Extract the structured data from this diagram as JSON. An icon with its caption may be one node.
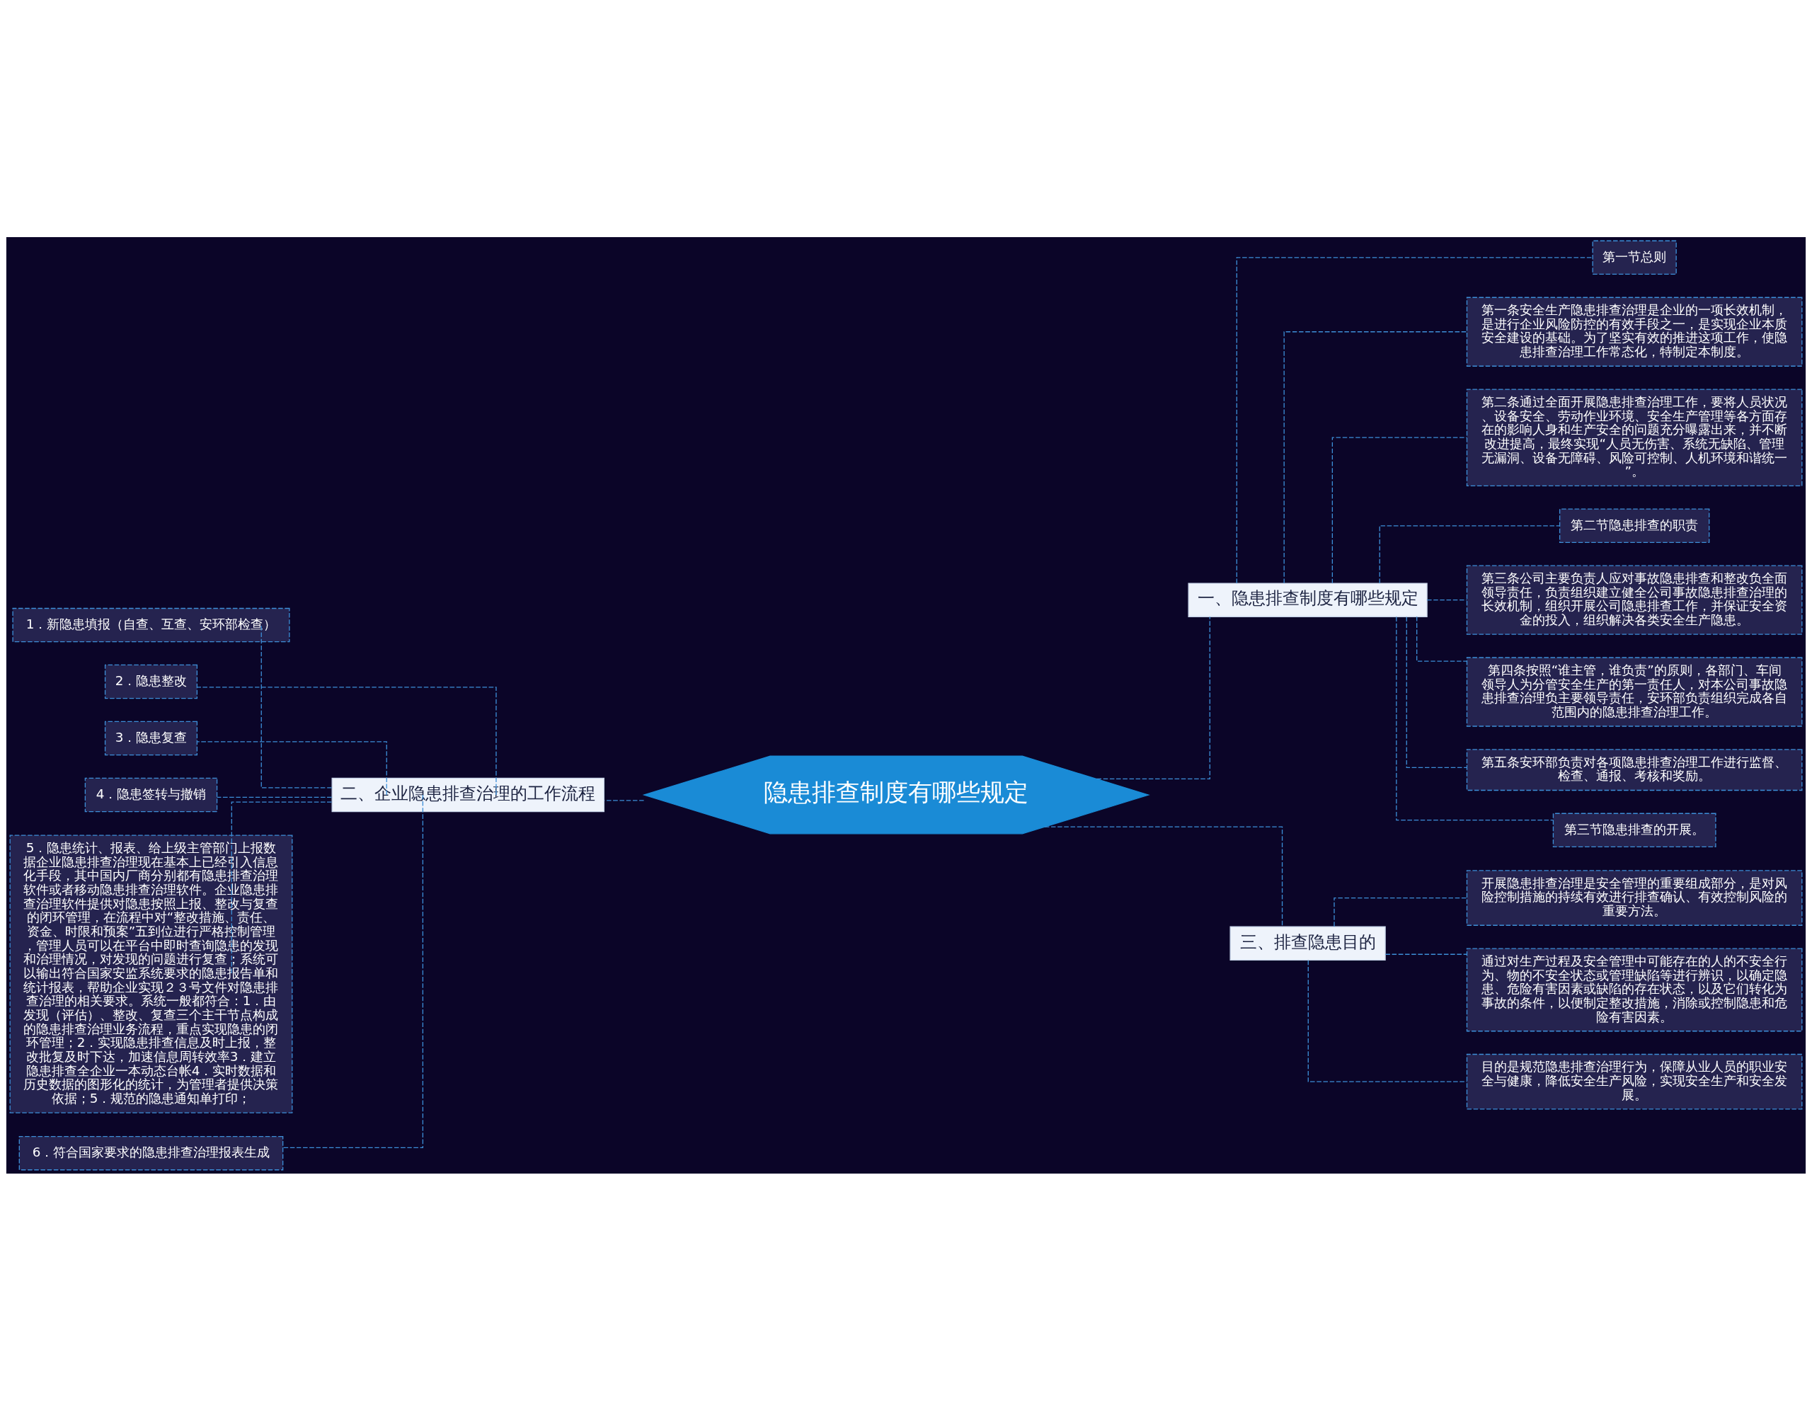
{
  "diagram": {
    "nodes": [
      {
        "text": [
          "隐患排查制度有哪些规定"
        ]
      },
      {
        "text": [
          "一、隐患排查制度有哪些规定"
        ]
      },
      {
        "text": [
          "第一节总则"
        ]
      },
      {
        "text": [
          "第一条安全生产隐患排查治理是企业的一项长效机制，是进行企业风险防控的有效手段之一，是实现企业本质安全建设的基础。为了坚实有效的推进这项工作，使隐患排查治理工作常态化，特制定本制度。"
        ]
      },
      {
        "text": [
          "第二条通过全面开展隐患排查治理工作，要将人员状况、设备安全、劳动作业环境、安全生产管理等各方面存在的影响人身和生产安全的问题充分曝露出来，并不断改进提高，最终实现“人员无伤害、系统无缺陷、管理无漏洞、设备无障碍、风险可控制、人机环境和谐统一”。"
        ]
      },
      {
        "text": [
          "第二节隐患排查的职责"
        ]
      },
      {
        "text": [
          "第三条公司主要负责人应对事故隐患排查和整改负全面领导责任，负责组织建立健全公司事故隐患排查治理的长效机制，组织开展公司隐患排查工作，并保证安全资金的投入，组织解决各类安全生产隐患。"
        ]
      },
      {
        "text": [
          "第四条按照“谁主管，谁负责”的原则，各部门、车间领导人为分管安全生产的第一责任人，对本公司事故隐患排查治理负主要领导责任，安环部负责组织完成各自范围内的隐患排查治理工作。"
        ]
      },
      {
        "text": [
          "第五条安环部负责对各项隐患排查治理工作进行监督、检查、通报、考核和奖励。"
        ]
      },
      {
        "text": [
          "第三节隐患排查的开展。"
        ]
      },
      {
        "text": [
          "二、企业隐患排查治理的工作流程"
        ]
      },
      {
        "text": [
          "1．新隐患填报（自查、互查、安环部检查）"
        ]
      },
      {
        "text": [
          "2．隐患整改"
        ]
      },
      {
        "text": [
          "3．隐患复查"
        ]
      },
      {
        "text": [
          "4．隐患签转与撤销"
        ]
      },
      {
        "text": [
          "5．隐患统计、报表、给上级主管部门上报数据企业隐患排查治理现在基本上已经引入信息化手段，其中国内厂商分别都有隐患排查治理软件或者移动隐患排查治理软件。企业隐患排查治理软件提供对隐患按照上报、整改与复查的闭环管理，在流程中对“整改措施、责任、资金、时限和预案”五到位进行严格控制管理，管理人员可以在平台中即时查询隐患的发现和治理情况，对发现的问题进行复查；系统可以输出符合国家安监系统要求的隐患报告单和统计报表，帮助企业实现２３号文件对隐患排查治理的相关要求。系统一般都符合：1．由发现（评估）、整改、复查三个主干节点构成的隐患排查治理业务流程，重点实现隐患的闭环管理；2．实现隐患排查信息及时上报，整改批复及时下达，加速信息周转效率3．建立隐患排查全企业一本动态台帐4．实时数据和历史数据的图形化的统计，为管理者提供决策依据；5．规范的隐患通知单打印；"
        ]
      },
      {
        "text": [
          "6．符合国家要求的隐患排查治理报表生成"
        ]
      },
      {
        "text": [
          "三、排查隐患目的"
        ]
      },
      {
        "text": [
          "开展隐患排查治理是安全管理的重要组成部分，是对风险控制措施的持续有效进行排查确认、有效控制风险的重要方法。"
        ]
      },
      {
        "text": [
          "通过对生产过程及安全管理中可能存在的人的不安全行为、物的不安全状态或管理缺陷等进行辨识，以确定隐患、危险有害因素或缺陷的存在状态，以及它们转化为事故的条件，以便制定整改措施，消除或控制隐患和危险有害因素。"
        ]
      },
      {
        "text": [
          "目的是规范隐患排查治理行为，保障从业人员的职业安全与健康，降低安全生产风险，实现安全生产和安全发展。"
        ]
      }
    ],
    "edges": [
      {
        "from": 0,
        "to": 1,
        "arrow": "none",
        "style": "dashed"
      },
      {
        "from": 1,
        "to": 2,
        "arrow": "none",
        "style": "dashed"
      },
      {
        "from": 1,
        "to": 3,
        "arrow": "none",
        "style": "dashed"
      },
      {
        "from": 1,
        "to": 4,
        "arrow": "none",
        "style": "dashed"
      },
      {
        "from": 1,
        "to": 5,
        "arrow": "none",
        "style": "dashed"
      },
      {
        "from": 1,
        "to": 6,
        "arrow": "none",
        "style": "dashed"
      },
      {
        "from": 1,
        "to": 7,
        "arrow": "none",
        "style": "dashed"
      },
      {
        "from": 1,
        "to": 8,
        "arrow": "none",
        "style": "dashed"
      },
      {
        "from": 1,
        "to": 9,
        "arrow": "none",
        "style": "dashed"
      },
      {
        "from": 0,
        "to": 10,
        "arrow": "none",
        "style": "dashed"
      },
      {
        "from": 10,
        "to": 11,
        "arrow": "none",
        "style": "dashed"
      },
      {
        "from": 10,
        "to": 12,
        "arrow": "none",
        "style": "dashed"
      },
      {
        "from": 10,
        "to": 13,
        "arrow": "none",
        "style": "dashed"
      },
      {
        "from": 10,
        "to": 14,
        "arrow": "none",
        "style": "dashed"
      },
      {
        "from": 10,
        "to": 15,
        "arrow": "none",
        "style": "dashed"
      },
      {
        "from": 10,
        "to": 16,
        "arrow": "none",
        "style": "dashed"
      },
      {
        "from": 0,
        "to": 17,
        "arrow": "none",
        "style": "dashed"
      },
      {
        "from": 17,
        "to": 18,
        "arrow": "none",
        "style": "dashed"
      },
      {
        "from": 17,
        "to": 19,
        "arrow": "none",
        "style": "dashed"
      },
      {
        "from": 17,
        "to": 20,
        "arrow": "none",
        "style": "dashed"
      }
    ]
  }
}
